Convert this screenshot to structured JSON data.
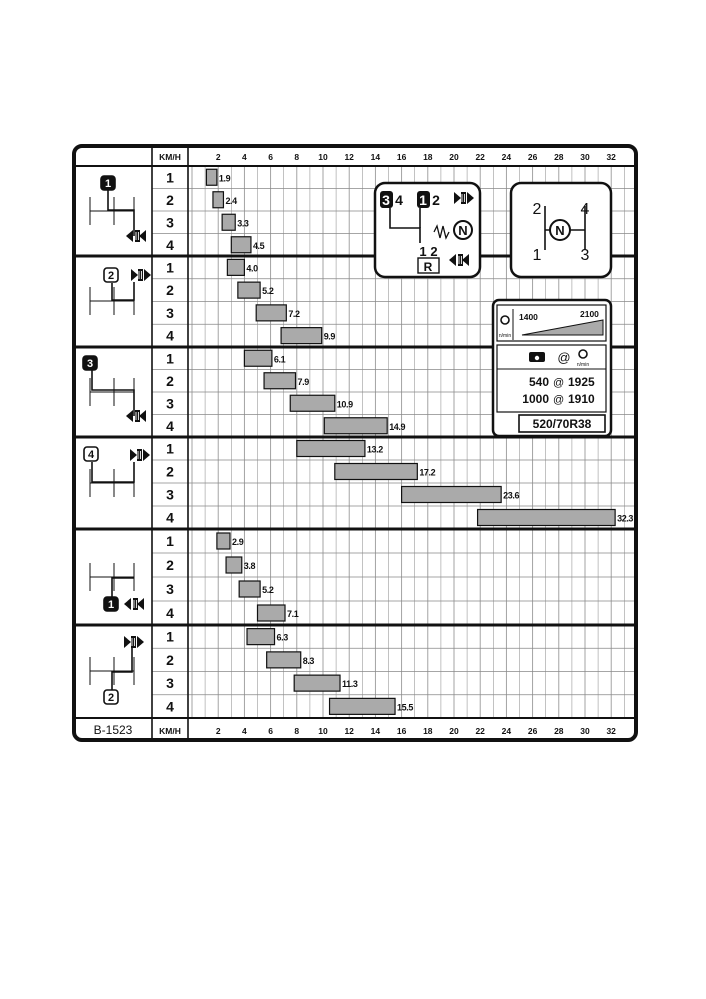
{
  "label_code": "B-1523",
  "header_unit": "KM/H",
  "footer_unit": "KM/H",
  "icons": {
    "range_badges": [
      "1",
      "2",
      "3",
      "4",
      "1",
      "2"
    ],
    "shift_pattern": {
      "cells": [
        "3",
        "4",
        "1",
        "2",
        "1",
        "2",
        "R"
      ],
      "neutral": "N"
    },
    "range_pattern": {
      "cells": [
        "2",
        "4",
        "1",
        "3"
      ],
      "neutral": "N"
    },
    "gearbox_speed_icon": "gear-lever-icon"
  },
  "engine_panel": {
    "rpm_min": "1400",
    "rpm_max": "2100",
    "rpm_unit": "n/min",
    "at_symbol": "@",
    "pto": [
      {
        "pto_rpm": "540",
        "at": "@",
        "engine_rpm": "1925"
      },
      {
        "pto_rpm": "1000",
        "at": "@",
        "engine_rpm": "1910"
      }
    ],
    "tyre": "520/70R38"
  },
  "chart_data": {
    "type": "bar",
    "orientation": "horizontal",
    "xlabel": "KM/H",
    "xlim": [
      0,
      33
    ],
    "x_ticks": [
      2,
      4,
      6,
      8,
      10,
      12,
      14,
      16,
      18,
      20,
      22,
      24,
      26,
      28,
      30,
      32
    ],
    "groups": [
      {
        "gears": [
          "1",
          "2",
          "3",
          "4"
        ],
        "ranges": [
          [
            1.1,
            1.9
          ],
          [
            1.6,
            2.4
          ],
          [
            2.3,
            3.3
          ],
          [
            3.0,
            4.5
          ]
        ],
        "values": [
          1.9,
          2.4,
          3.3,
          4.5
        ],
        "labels": [
          "1.9",
          "2.4",
          "3.3",
          "4.5"
        ]
      },
      {
        "gears": [
          "1",
          "2",
          "3",
          "4"
        ],
        "ranges": [
          [
            2.7,
            4.0
          ],
          [
            3.5,
            5.2
          ],
          [
            4.9,
            7.2
          ],
          [
            6.8,
            9.9
          ]
        ],
        "values": [
          4.0,
          5.2,
          7.2,
          9.9
        ],
        "labels": [
          "4.0",
          "5.2",
          "7.2",
          "9.9"
        ]
      },
      {
        "gears": [
          "1",
          "2",
          "3",
          "4"
        ],
        "ranges": [
          [
            4.0,
            6.1
          ],
          [
            5.5,
            7.9
          ],
          [
            7.5,
            10.9
          ],
          [
            10.1,
            14.9
          ]
        ],
        "values": [
          6.1,
          7.9,
          10.9,
          14.9
        ],
        "labels": [
          "6.1",
          "7.9",
          "10.9",
          "14.9"
        ]
      },
      {
        "gears": [
          "1",
          "2",
          "3",
          "4"
        ],
        "ranges": [
          [
            8.0,
            13.2
          ],
          [
            10.9,
            17.2
          ],
          [
            16.0,
            23.6
          ],
          [
            21.8,
            32.3
          ]
        ],
        "values": [
          13.2,
          17.2,
          23.6,
          32.3
        ],
        "labels": [
          "13.2",
          "17.2",
          "23.6",
          "32.3"
        ]
      },
      {
        "gears": [
          "1",
          "2",
          "3",
          "4"
        ],
        "ranges": [
          [
            1.9,
            2.9
          ],
          [
            2.6,
            3.8
          ],
          [
            3.6,
            5.2
          ],
          [
            5.0,
            7.1
          ]
        ],
        "values": [
          2.9,
          3.8,
          5.2,
          7.1
        ],
        "labels": [
          "2.9",
          "3.8",
          "5.2",
          "7.1"
        ]
      },
      {
        "gears": [
          "1",
          "2",
          "3",
          "4"
        ],
        "ranges": [
          [
            4.2,
            6.3
          ],
          [
            5.7,
            8.3
          ],
          [
            7.8,
            11.3
          ],
          [
            10.5,
            15.5
          ]
        ],
        "values": [
          6.3,
          8.3,
          11.3,
          15.5
        ],
        "labels": [
          "6.3",
          "8.3",
          "11.3",
          "15.5"
        ]
      }
    ],
    "grid": true,
    "bar_color": "#aaaaaa"
  }
}
